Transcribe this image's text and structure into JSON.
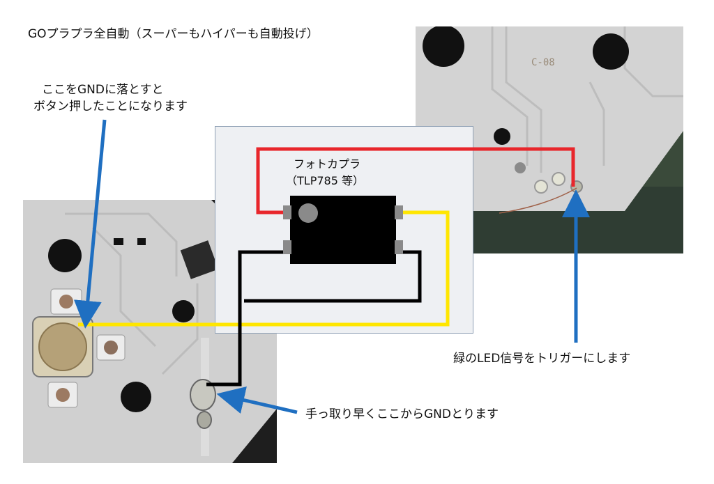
{
  "title": "GOプラプラ全自動（スーパーもハイパーも自動投げ）",
  "annotations": {
    "button_gnd_line1": "ここをGNDに落とすと",
    "button_gnd_line2": "ボタン押したことになります",
    "led_trigger": "緑のLED信号をトリガーにします",
    "gnd_source": "手っ取り早くここからGNDとります"
  },
  "schematic": {
    "component_name": "フォトカプラ",
    "component_model": "（TLP785 等）"
  },
  "colors": {
    "wire_red": "#e8262b",
    "wire_yellow": "#ffe600",
    "wire_black": "#000000",
    "arrow_blue": "#1f6fc1",
    "schematic_bg": "#eef0f3",
    "pcb": "#c9c9c9"
  }
}
